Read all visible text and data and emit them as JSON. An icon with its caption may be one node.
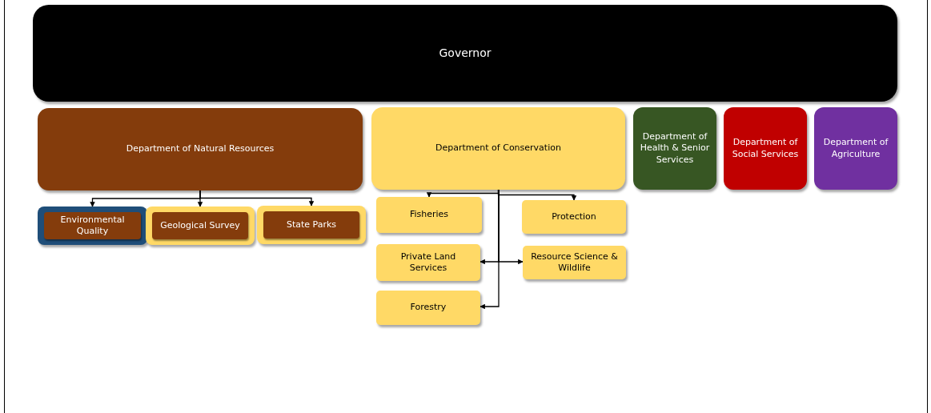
{
  "diagram": {
    "nodes": [
      {
        "text": [
          "Governor"
        ]
      },
      {
        "text": [
          "Department of Natural Resources"
        ]
      },
      {
        "text": [
          "Department of Conservation"
        ]
      },
      {
        "text": [
          "Department of Health & Senior Services"
        ]
      },
      {
        "text": [
          "Department of Social Services"
        ]
      },
      {
        "text": [
          "Department of Agriculture"
        ]
      },
      {
        "text": [
          "Environmental Quality"
        ]
      },
      {
        "text": [
          "Geological Survey"
        ]
      },
      {
        "text": [
          "State Parks"
        ]
      },
      {
        "text": [
          "Fisheries"
        ]
      },
      {
        "text": [
          "Protection"
        ]
      },
      {
        "text": [
          "Private Land Services"
        ]
      },
      {
        "text": [
          "Resource Science & Wildlife"
        ]
      },
      {
        "text": [
          "Forestry"
        ]
      }
    ],
    "edges": [
      {
        "from": 1,
        "to": 6,
        "arrow": "to"
      },
      {
        "from": 1,
        "to": 7,
        "arrow": "to"
      },
      {
        "from": 1,
        "to": 8,
        "arrow": "to"
      },
      {
        "from": 2,
        "to": 9,
        "arrow": "to"
      },
      {
        "from": 2,
        "to": 10,
        "arrow": "to"
      },
      {
        "from": 2,
        "to": 11,
        "arrow": "to"
      },
      {
        "from": 2,
        "to": 12,
        "arrow": "to"
      },
      {
        "from": 2,
        "to": 13,
        "arrow": "to"
      }
    ]
  }
}
